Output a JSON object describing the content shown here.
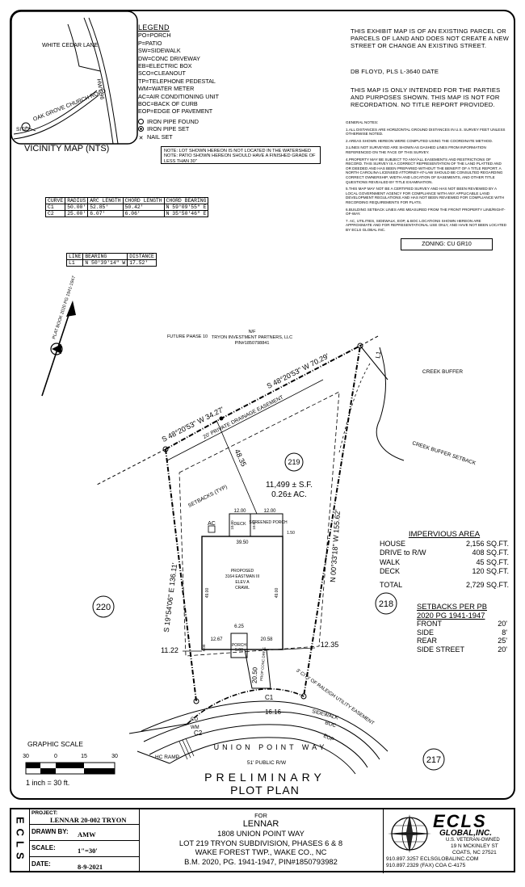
{
  "legend": {
    "title": "LEGEND",
    "items": [
      "PO=PORCH",
      "P=PATIO",
      "SW=SIDEWALK",
      "DW=CONC DRIVEWAY",
      "EB=ELECTRIC BOX",
      "SCO=CLEANOUT",
      "TP=TELEPHONE PEDESTAL",
      "WM=WATER METER",
      "AC=AIR CONDITIONING UNIT",
      "BOC=BACK OF CURB",
      "EOP=EDGE OF PAVEMENT"
    ],
    "symbols": [
      "IRON PIPE FOUND",
      "IRON PIPE SET",
      "NAIL SET"
    ]
  },
  "vicinity": {
    "title": "VICINITY MAP (NTS)",
    "white_cedar": "WHITE CEDAR LANE",
    "hwy": "HWY 96",
    "oak_grove": "OAK GROVE CHURCH ROAD",
    "site": "SITE"
  },
  "note_box": "NOTE: LOT SHOWN HEREON IS NOT LOCATED IN THE WATERSHED NOTE: PATIO SHOWN HEREON SHOULD HAVE A FINISHED GRADE OF LESS THAN 30\"",
  "exhibit": {
    "statement": "THIS EXHIBIT MAP IS OF AN EXISTING PARCEL OR PARCELS OF LAND AND DOES NOT CREATE A NEW STREET OR CHANGE AN EXISTING STREET.",
    "signature": "DB FLOYD, PLS L-3640      DATE",
    "intended": "THIS MAP IS ONLY INTENDED FOR THE PARTIES AND PURPOSES SHOWN. THIS MAP IS NOT FOR RECORDATION. NO TITLE REPORT PROVIDED."
  },
  "general_notes": {
    "title": "GENERAL NOTES:",
    "items": [
      "1.ALL DISTANCES ARE HORIZONTAL GROUND DISTANCES IN U.S. SURVEY FEET UNLESS OTHERWISE NOTED.",
      "2.AREAS SHOWN HEREON WERE COMPUTED USING THE COORDINATE METHOD.",
      "3.LINES NOT SURVEYED ARE SHOWN AS DASHED LINES FROM INFORMATION REFERENCED ON THE FACE OF THIS SURVEY.",
      "4.PROPERTY MAY BE SUBJECT TO ANY/ALL EASEMENTS AND RESTRICTIONS OF RECORD. THIS SURVEY IS A CORRECT REPRESENTATION OF THE LAND PLATTED AND OR DEEDED AND HAS BEEN PREPARED WITHOUT THE BENEFIT OF A TITLE REPORT. A NORTH CAROLINA LICENSED ATTORNEY-AT-LAW SHOULD BE CONSULTED REGARDING CORRECT OWNERSHIP, WIDTH AND LOCATION OF EASEMENTS, AND OTHER TITLE QUESTIONS REVEALED BY TITLE EXAMINATION.",
      "5.THIS MAP MAY NOT BE A CERTIFIED SURVEY AND HAS NOT BEEN REVIEWED BY A LOCAL GOVERNMENT AGENCY FOR COMPLIANCE WITH ANY APPLICABLE LAND DEVELOPMENT REGULATIONS AND HAS NOT BEEN REVIEWED FOR COMPLIANCE WITH RECORDING REQUIREMENTS FOR PLATS.",
      "6.BUILDING SETBACK LINES ARE MEASURED FROM THE FRONT PROPERTY LINE/RIGHT-OF-WAY.",
      "7. AC, UTILITIES, SIDEWALK, EOP, & BOC LOCATIONS SHOWN HEREON ARE APPROXIMATE AND FOR REPRESENTATIONAL USE ONLY, AND HAVE NOT BEEN LOCATED BY ECLS GLOBAL INC."
    ]
  },
  "zoning": "ZONING: CU GR10",
  "curve_table": {
    "headers": [
      "CURVE",
      "RADIUS",
      "ARC LENGTH",
      "CHORD LENGTH",
      "CHORD BEARING"
    ],
    "rows": [
      [
        "C1",
        "50.00'",
        "52.85'",
        "50.42'",
        "N 59°09'55\" E"
      ],
      [
        "C2",
        "25.00'",
        "6.07'",
        "6.06'",
        "N 35°50'46\" E"
      ]
    ]
  },
  "line_table": {
    "headers": [
      "LINE",
      "BEARING",
      "DISTANCE"
    ],
    "rows": [
      [
        "L1",
        "N 50°39'14\" W",
        "17.52'"
      ]
    ]
  },
  "plat": {
    "north_label": "PLAT BOOK 2020 PG 1941-1947",
    "neighbor": {
      "l1": "N/F",
      "l2": "TRYON INVESTMENT PARTNERS, LLC",
      "l3": "PIN#1850798841"
    },
    "future_phase": "FUTURE PHASE 10",
    "rear_bearing_1": "S 48°20'53\" W  70.29'",
    "rear_bearing_2": "S 48°20'53\" W  34.27'",
    "drainage": "20' PRIVATE DRAINAGE EASEMENT",
    "setbacks_typ": "SETBACKS (TYP)",
    "creek_buffer": "CREEK BUFFER",
    "creek_buffer_setback": "CREEK BUFFER SETBACK",
    "l1_tag": "L1",
    "lot_number": "219",
    "area": "11,499 ± S.F.",
    "acres": "0.26± AC.",
    "left_bearing": "S 19°54'06\" E  136.11'",
    "right_bearing": "N 00°33'18\" W  155.62'",
    "dim_48_35": "48.35",
    "dim_12_left": "12.00",
    "dim_12_right": "12.00",
    "deck": "DECK",
    "screened_porch": "SCREENED PORCH",
    "dim_10a": "10.00",
    "dim_10b": "10.00",
    "dim_1_50": "1.50",
    "dim_39_50": "39.50",
    "ac": "AC",
    "house_l1": "PROPOSED",
    "house_l2": "3164 EASTMAN III",
    "house_l3": "ELEV A",
    "house_l4": "CRAWL",
    "dim_49_left": "49.00",
    "dim_49_right": "49.00",
    "dim_6_25": "6.25",
    "dim_12_67": "12.67",
    "dim_20_58": "20.58",
    "porch": "PORCH",
    "porch_dim": "5.00",
    "dim_5_00": "5.00",
    "prop_conc_drive": "PROP CONC DRIVE",
    "side_left": "11.22",
    "side_right": "12.35",
    "drive_len": "20.50",
    "lot_220": "220",
    "lot_218": "218",
    "lot_217": "217",
    "c1": "C1",
    "c2": "C2",
    "co": "CO",
    "wm": "WM",
    "front_16": "16.16",
    "utility_easement": "3' CITY OF RALEIGH UTILITY EASEMENT",
    "sidewalk": "SIDEWALK",
    "boc": "BOC",
    "eop": "EOP",
    "hc_ramp": "HC RAMP",
    "street": "UNION POINT WAY",
    "row": "51' PUBLIC R/W"
  },
  "graphic_scale": {
    "title": "GRAPHIC SCALE",
    "ticks": [
      "30",
      "0",
      "15",
      "30"
    ],
    "note": "1 inch = 30  ft."
  },
  "stamp_title_1": "PRELIMINARY",
  "stamp_title_2": "PLOT PLAN",
  "impervious": {
    "title": "IMPERVIOUS AREA",
    "rows": [
      [
        "HOUSE",
        "2,156 SQ.FT."
      ],
      [
        "DRIVE to R/W",
        "408 SQ.FT."
      ],
      [
        "WALK",
        "45 SQ.FT."
      ],
      [
        "DECK",
        "120 SQ.FT."
      ]
    ],
    "total": [
      "TOTAL",
      "2,729 SQ.FT."
    ]
  },
  "setbacks": {
    "title1": "SETBACKS PER PB",
    "title2": "2020 PG 1941-1947",
    "rows": [
      [
        "FRONT",
        "20'"
      ],
      [
        "SIDE",
        "8'"
      ],
      [
        "REAR",
        "25'"
      ],
      [
        "SIDE STREET",
        "20'"
      ]
    ]
  },
  "titleblock": {
    "side_logo": "ECLS",
    "project_label": "PROJECT:",
    "project": "LENNAR 20-002 TRYON",
    "drawn_label": "DRAWN BY:",
    "drawn": "AMW",
    "scale_label": "SCALE:",
    "scale": "1\"=30'",
    "date_label": "DATE:",
    "date": "8-9-2021",
    "for": "FOR",
    "client": "LENNAR",
    "addr1": "1808 UNION POINT WAY",
    "addr2": "LOT 219   TRYON SUBDIVISION, PHASES 6 & 8",
    "addr3": "WAKE FOREST TWP., WAKE CO., NC",
    "addr4": "B.M. 2020, PG. 1941-1947, PIN#1850793982",
    "company1": "ECLS",
    "company2": "GLOBAL,INC.",
    "veteran": "U.S. VETERAN-OWNED",
    "street": "19 N MCKINLEY ST",
    "city": "COATS, NC  27521",
    "web": "910.897.3257 ECLSGLOBALINC.COM",
    "fax": "910.897.2329 (FAX)  COA C-4175"
  }
}
